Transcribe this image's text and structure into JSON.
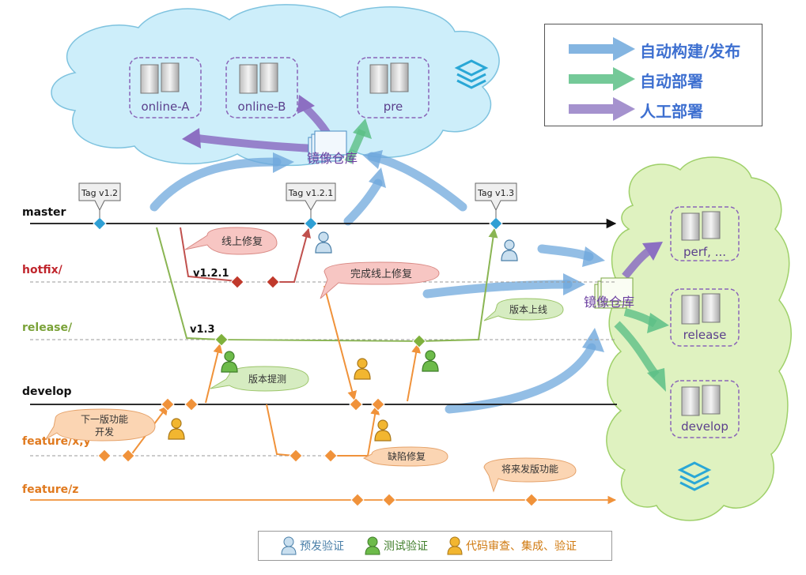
{
  "legend": {
    "items": [
      {
        "label": "自动构建/发布",
        "color": "#6fa8dc"
      },
      {
        "label": "自动部署",
        "color": "#5cbf86"
      },
      {
        "label": "人工部署",
        "color": "#9b86c9"
      }
    ]
  },
  "clouds": {
    "prod": {
      "servers": [
        "online-A",
        "online-B",
        "pre"
      ],
      "repo_label": "镜像仓库"
    },
    "test": {
      "servers": [
        "perf, ...",
        "release",
        "develop"
      ],
      "repo_label": "镜像仓库"
    }
  },
  "branches": {
    "master": "master",
    "hotfix": "hotfix/",
    "release": "release/",
    "develop": "develop",
    "feature_xy": "feature/x,y",
    "feature_z": "feature/z"
  },
  "tags": [
    "Tag v1.2",
    "Tag v1.2.1",
    "Tag v1.3"
  ],
  "versions": {
    "hotfix": "v1.2.1",
    "release": "v1.3"
  },
  "bubbles": {
    "online_fix": "线上修复",
    "complete_fix": "完成线上修复",
    "version_online": "版本上线",
    "version_test": "版本提测",
    "next_feature_line1": "下一版功能",
    "next_feature_line2": "开发",
    "bug_fix": "缺陷修复",
    "future_feature": "将来发版功能"
  },
  "footer": {
    "items": [
      {
        "label": "预发验证",
        "color": "#9fc3de"
      },
      {
        "label": "测试验证",
        "color": "#6dbb4a"
      },
      {
        "label": "代码审查、集成、验证",
        "color": "#f2b630"
      }
    ]
  }
}
